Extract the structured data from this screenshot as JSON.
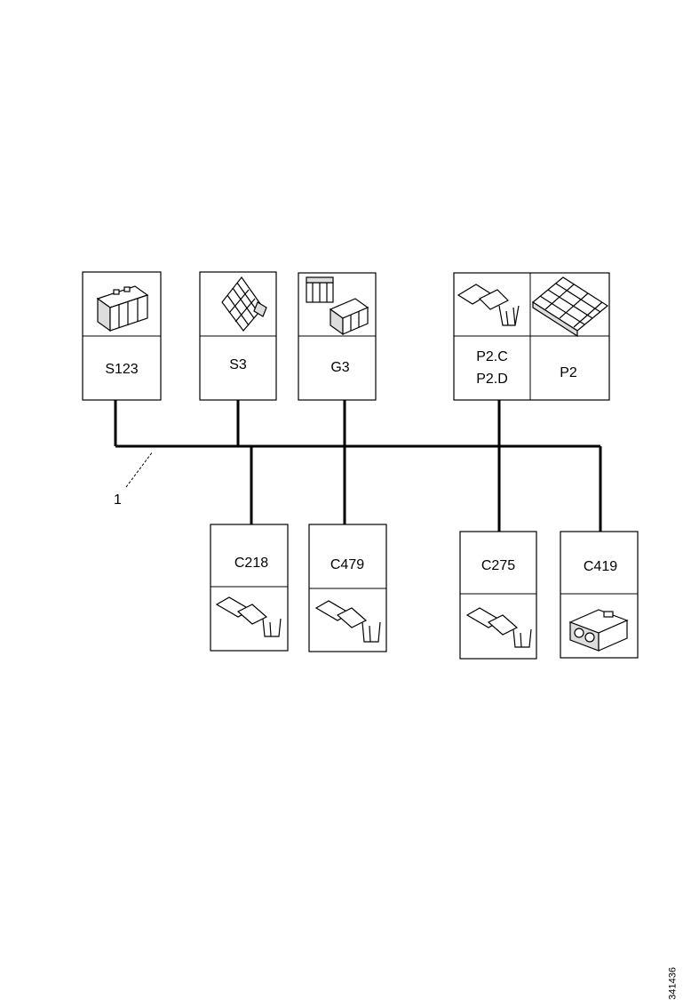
{
  "callout": "1",
  "figure_code": "341436",
  "connectors": [
    {
      "id": "s123",
      "label": "S123",
      "icon": "connector-housing-icon"
    },
    {
      "id": "s3",
      "label": "S3",
      "icon": "angled-connector-icon"
    },
    {
      "id": "g3",
      "label": "G3",
      "icon": "socket-pair-icon"
    },
    {
      "id": "p2cd",
      "label_lines": [
        "P2.C",
        "P2.D"
      ],
      "icon": "terminal-pin-icon"
    },
    {
      "id": "p2",
      "label": "P2",
      "icon": "connector-strip-icon"
    },
    {
      "id": "c218",
      "label": "C218",
      "icon": "terminal-pin-icon"
    },
    {
      "id": "c479",
      "label": "C479",
      "icon": "terminal-pin-icon"
    },
    {
      "id": "c275",
      "label": "C275",
      "icon": "terminal-pin-icon"
    },
    {
      "id": "c419",
      "label": "C419",
      "icon": "connector-housing-icon"
    }
  ]
}
